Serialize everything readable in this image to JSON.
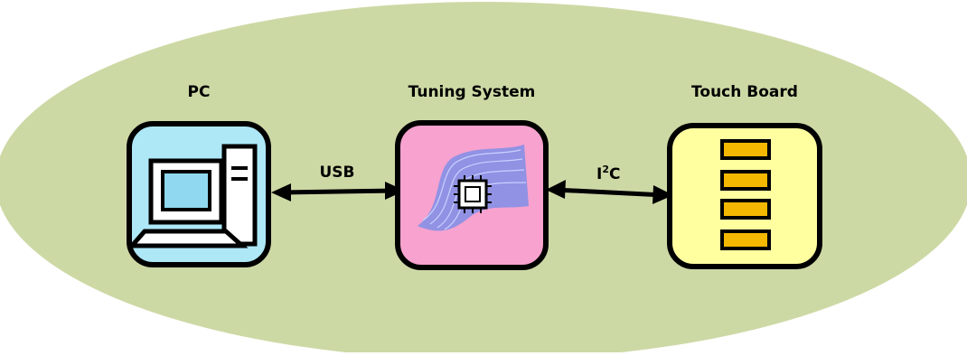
{
  "colors": {
    "ellipse": "#cdd9a5",
    "pc_box": "#aee8f7",
    "pc_screen": "#8fd8ef",
    "tuning_box": "#f7a2cf",
    "tuning_wave": "#7f8fe8",
    "touch_box": "#ffffa0",
    "touch_key": "#f5b800"
  },
  "nodes": {
    "pc": {
      "label": "PC",
      "icon": "desktop-computer-icon"
    },
    "tuning": {
      "label": "Tuning System",
      "icon": "chip-icon"
    },
    "touch": {
      "label": "Touch Board",
      "icon": "touch-keys-icon"
    }
  },
  "links": {
    "usb": {
      "label": "USB"
    },
    "i2c": {
      "label_main": "I",
      "label_sup": "2",
      "label_tail": "C"
    }
  }
}
